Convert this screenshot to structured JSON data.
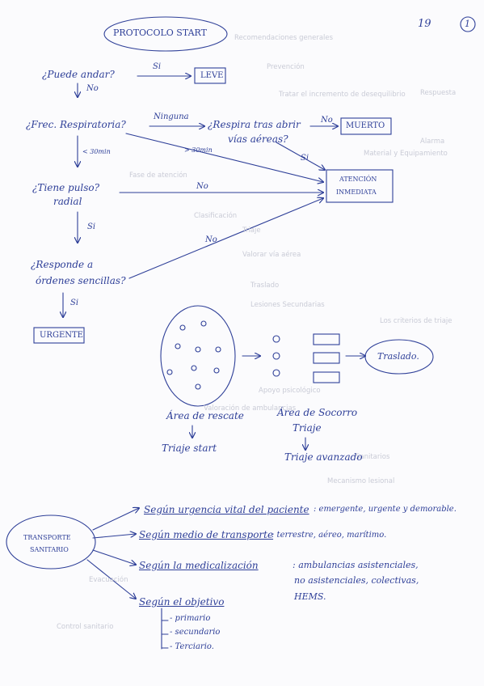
{
  "page": {
    "number": "19",
    "circled_number": "1",
    "title": "PROTOCOLO START"
  },
  "flow": {
    "q_walk": "¿Puede andar?",
    "a_si_1": "Si",
    "r_leve": "LEVE",
    "a_no_1": "No",
    "q_resp": "¿Frec. Respiratoria?",
    "a_ninguna": "Ninguna",
    "q_respira": "¿Respira tras abrir",
    "q_respira2": "vías aéreas?",
    "a_no_2": "No",
    "r_muerto": "MUERTO",
    "a_si_2": "Si",
    "a_lt30": "< 30min",
    "a_gt30": "> 30min",
    "r_atencion1": "ATENCIÓN",
    "r_atencion2": "INMEDIATA",
    "q_pulso1": "¿Tiene pulso?",
    "q_pulso2": "radial",
    "a_no_3": "No",
    "a_si_3": "Si",
    "a_no_4": "No",
    "q_ordenes1": "¿Responde a",
    "q_ordenes2": "órdenes sencillas?",
    "a_si_4": "Si",
    "r_urgente": "URGENTE"
  },
  "areas": {
    "rescate": "Área de rescate",
    "triage_start": "Triaje start",
    "socorro": "Área de Socorro",
    "triaje": "Triaje",
    "triaje_avanzado": "Triaje avanzado",
    "traslado": "Traslado."
  },
  "transporte": {
    "hub1": "TRANSPORTE",
    "hub2": "SANITARIO",
    "b1_label": "Según urgencia vital del paciente",
    "b1_value": ": emergente, urgente y demorable.",
    "b2_label": "Según medio de transporte",
    "b2_value": ": terrestre, aéreo, marítimo.",
    "b3_label": "Según la medicalización",
    "b3_value1": ": ambulancias asistenciales,",
    "b3_value2": "no asistenciales, colectivas,",
    "b3_value3": "HEMS.",
    "b4_label": "Según el objetivo",
    "b4_items": [
      "- primario",
      "- secundario",
      "- Terciario."
    ]
  },
  "show_through": [
    "Recomendaciones generales",
    "Prevención",
    "Tratar el incremento de desequilibrio",
    "Respuesta",
    "Alarma",
    "Material y Equipamiento",
    "Fase de atención",
    "Clasificación",
    "Triaje",
    "Valorar vía aérea",
    "Traslado",
    "Lesiones Secundarias",
    "Los criterios de triaje",
    "Apoyo psicológico",
    "Valoración de ambulancias",
    "Mecanismo lesional",
    "Sanitarios",
    "Evacuación",
    "Control sanitario"
  ]
}
